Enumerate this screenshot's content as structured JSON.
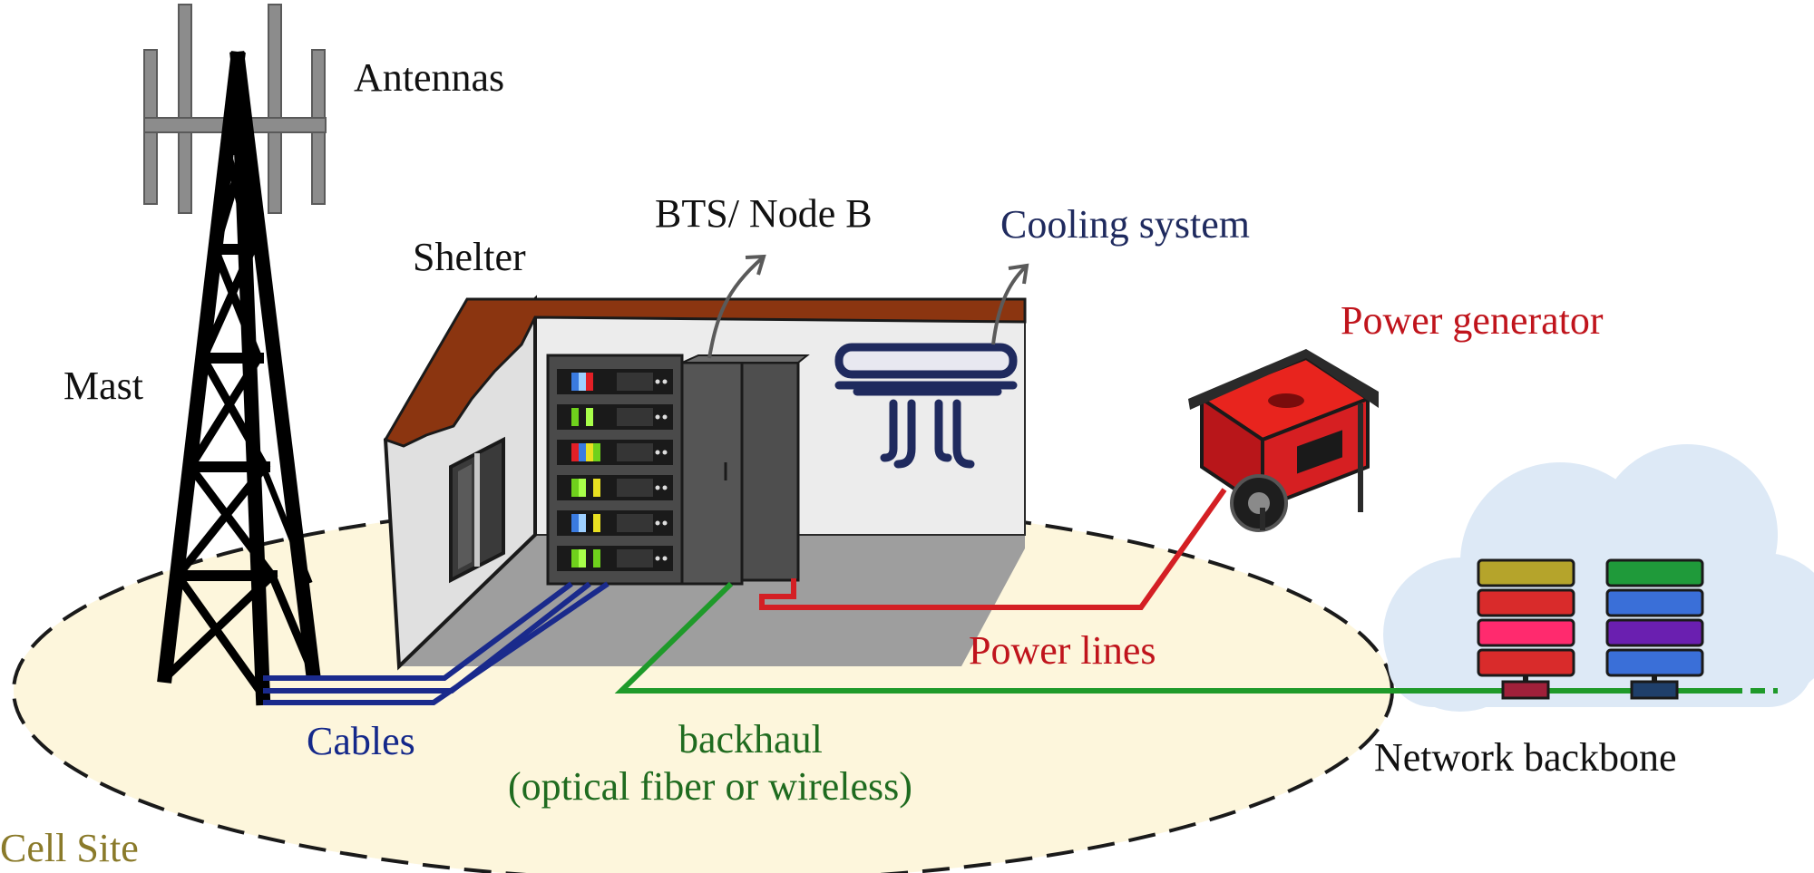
{
  "labels": {
    "antennas": "Antennas",
    "mast": "Mast",
    "shelter": "Shelter",
    "bts": "BTS/ Node B",
    "cooling": "Cooling system",
    "generator": "Power generator",
    "power_lines": "Power lines",
    "cables": "Cables",
    "backhaul_line1": "backhaul",
    "backhaul_line2": "(optical fiber or wireless)",
    "backbone": "Network backbone",
    "cell_site": "Cell Site"
  },
  "colors": {
    "label_default": "#111111",
    "label_cooling": "#1f2a5e",
    "label_generator": "#c0141c",
    "label_power_lines": "#c0141c",
    "label_cables": "#14288a",
    "label_backhaul": "#1f6b1f",
    "label_cell_site": "#8a7a2a",
    "cable_blue": "#1a2a8c",
    "backhaul_green": "#1f9a2a",
    "power_red": "#d41f24",
    "cell_area": "#fdf6dc",
    "cloud": "#dde9f6",
    "roof": "#8b3510"
  }
}
